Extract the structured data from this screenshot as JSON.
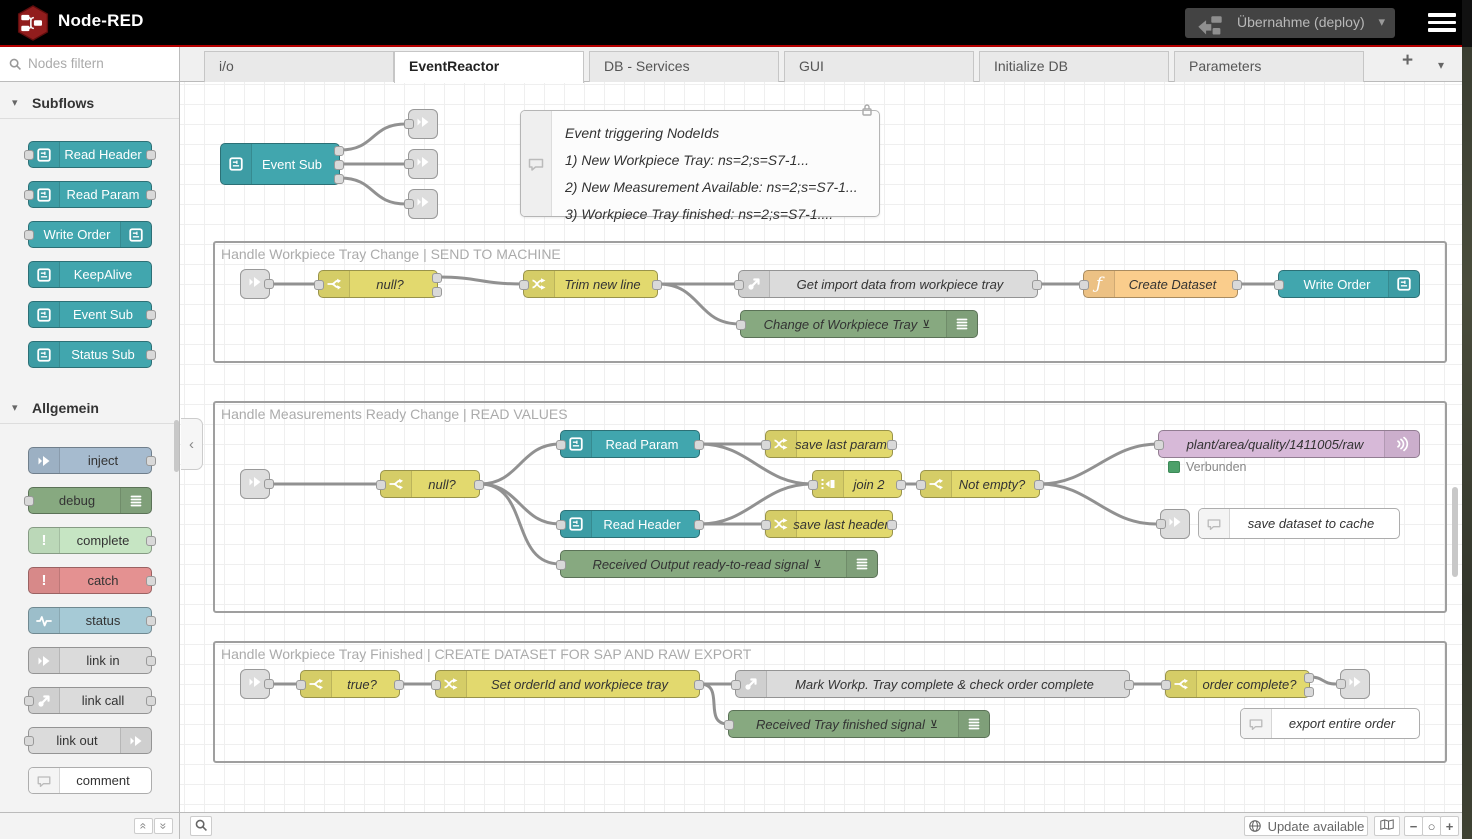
{
  "header": {
    "title": "Node-RED",
    "deploy_label": "Übernahme (deploy)"
  },
  "palette": {
    "search_placeholder": "Nodes filtern",
    "subflows": {
      "label": "Subflows",
      "items": {
        "read_header": "Read Header",
        "read_param": "Read Param",
        "write_order": "Write Order",
        "keepalive": "KeepAlive",
        "event_sub": "Event Sub",
        "status_sub": "Status Sub"
      }
    },
    "allgemein": {
      "label": "Allgemein",
      "items": {
        "inject": "inject",
        "debug": "debug",
        "complete": "complete",
        "catch": "catch",
        "status": "status",
        "link_in": "link in",
        "link_call": "link call",
        "link_out": "link out",
        "comment": "comment"
      }
    }
  },
  "tabs": {
    "io": "i/o",
    "event_reactor": "EventReactor",
    "db_services": "DB - Services",
    "gui": "GUI",
    "initialize_db": "Initialize DB",
    "parameters": "Parameters"
  },
  "canvas": {
    "groups": {
      "g1": "Handle Workpiece Tray Change | SEND TO MACHINE",
      "g2": "Handle Measurements Ready Change | READ VALUES",
      "g3": "Handle Workpiece Tray Finished | CREATE DATASET FOR SAP AND RAW EXPORT"
    },
    "comment_box": {
      "title": "Event triggering NodeIds",
      "line1": "1) New Workpiece Tray: ns=2;s=S7-1...",
      "line2": "2) New Measurement Available: ns=2;s=S7-1...",
      "line3": "3) Workpiece Tray finished: ns=2;s=S7-1...."
    },
    "nodes": {
      "event_sub": "Event Sub",
      "null1": "null?",
      "trim": "Trim new line",
      "get_import": "Get import data from workpiece tray",
      "create_dataset": "Create Dataset",
      "write_order": "Write Order",
      "debug_change": "Change of Workpiece Tray",
      "null2": "null?",
      "read_param": "Read Param",
      "read_header": "Read Header",
      "save_last_param": "save last param",
      "save_last_header": "save last header",
      "join2": "join 2",
      "not_empty": "Not empty?",
      "mqtt_topic": "plant/area/quality/1411005/raw",
      "debug_received_output": "Received Output ready-to-read signal",
      "comment_save": "save dataset to cache",
      "true1": "true?",
      "set_orderid": "Set orderId and workpiece tray",
      "mark_workp": "Mark Workp. Tray complete & check order complete",
      "order_complete": "order complete?",
      "debug_received_tray": "Received Tray finished signal",
      "comment_export": "export entire order"
    },
    "status": {
      "mqtt_connected": "Verbunden"
    }
  },
  "footer": {
    "update": "Update available",
    "zoom_out": "−",
    "zoom_reset": "○",
    "zoom_in": "+"
  },
  "icons": {
    "debug_indicator": "⊻",
    "tab_add": "+",
    "tab_menu": "▾",
    "deploy_caret": "▾",
    "palette_collapse": "‹"
  },
  "colors": {
    "accent_red": "#b50000",
    "subflow_teal": "#41a6ae",
    "switch_yellow": "#e2d96e",
    "function_orange": "#facd8c",
    "debug_green": "#87a980",
    "mqtt_purple": "#d7b9d8",
    "status_connected_green": "#4ca06a"
  }
}
